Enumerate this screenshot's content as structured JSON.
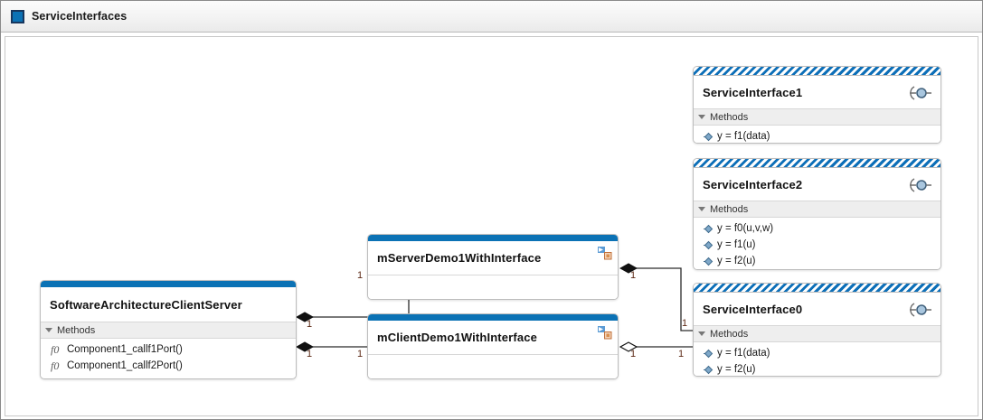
{
  "titlebar": {
    "icon": "blue-square-icon",
    "title": "ServiceInterfaces"
  },
  "blocks": [
    {
      "id": "software-architecture-client-server",
      "name": "SoftwareArchitectureClientServer",
      "kind": "component",
      "header_style": "solid",
      "section_label": "Methods",
      "methods": [
        "Component1_callf1Port()",
        "Component1_callf2Port()"
      ]
    },
    {
      "id": "m-server-demo1-with-interface",
      "name": "mServerDemo1WithInterface",
      "kind": "component-reference",
      "header_style": "solid",
      "badge": "model-reference-icon",
      "methods": []
    },
    {
      "id": "m-client-demo1-with-interface",
      "name": "mClientDemo1WithInterface",
      "kind": "component-reference",
      "header_style": "solid",
      "badge": "model-reference-icon",
      "methods": []
    },
    {
      "id": "service-interface-1",
      "name": "ServiceInterface1",
      "kind": "service-interface",
      "header_style": "hatched",
      "section_label": "Methods",
      "methods": [
        "y = f1(data)"
      ]
    },
    {
      "id": "service-interface-2",
      "name": "ServiceInterface2",
      "kind": "service-interface",
      "header_style": "hatched",
      "section_label": "Methods",
      "methods": [
        "y = f0(u,v,w)",
        "y = f1(u)",
        "y = f2(u)"
      ]
    },
    {
      "id": "service-interface-0",
      "name": "ServiceInterface0",
      "kind": "service-interface",
      "header_style": "hatched",
      "section_label": "Methods",
      "methods": [
        "y = f1(data)",
        "y = f2(u)"
      ]
    }
  ],
  "connectors": [
    {
      "id": "clientserver-to-server",
      "style": "composition-filled",
      "source_multiplicity": "1",
      "target_multiplicity": "1"
    },
    {
      "id": "clientserver-to-client",
      "style": "composition-filled",
      "source_multiplicity": "1",
      "target_multiplicity": "1"
    },
    {
      "id": "server-to-serviceinterface0",
      "style": "composition-filled",
      "source_multiplicity": "1",
      "target_multiplicity": "1"
    },
    {
      "id": "client-to-serviceinterface0",
      "style": "aggregation-hollow",
      "source_multiplicity": "1",
      "target_multiplicity": "1"
    }
  ],
  "colors": {
    "header_blue": "#0b72b5",
    "hatch_blue": "#0d6fb8",
    "multiplicity_text": "#5d2a16",
    "section_bg": "#eeeeee",
    "block_border": "#bdbdbd",
    "canvas_bg": "#ffffff"
  }
}
